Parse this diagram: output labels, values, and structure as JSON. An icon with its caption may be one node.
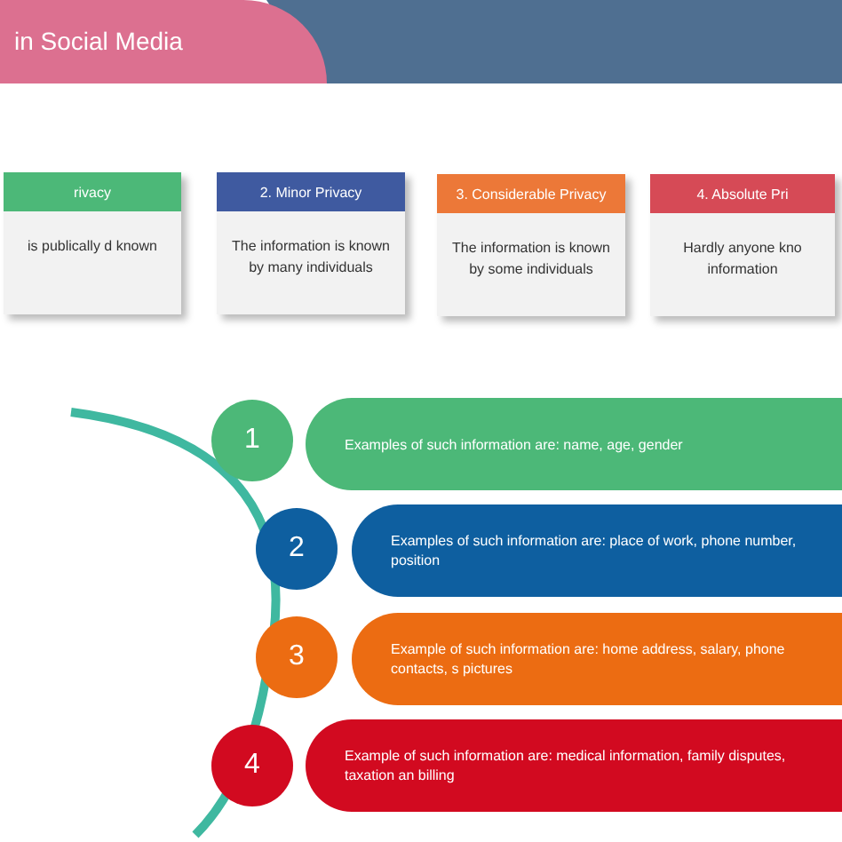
{
  "diagram": {
    "title": "in Social Media",
    "nodes": [
      {
        "text": [
          "rivacy",
          "is publically d known"
        ]
      },
      {
        "text": [
          "2. Minor Privacy",
          "The information is known by many individuals"
        ]
      },
      {
        "text": [
          "3. Considerable Privacy",
          "The information is known by some individuals"
        ]
      },
      {
        "text": [
          "4. Absolute Pri",
          "Hardly anyone kno information"
        ]
      },
      {
        "text": [
          "1"
        ]
      },
      {
        "text": [
          "Examples of such information are: name, age, gender"
        ]
      },
      {
        "text": [
          "2"
        ]
      },
      {
        "text": [
          "Examples of such information are: place of work, phone number, position"
        ]
      },
      {
        "text": [
          "3"
        ]
      },
      {
        "text": [
          "Example of such information are: home address, salary, phone contacts, s pictures"
        ]
      },
      {
        "text": [
          "4"
        ]
      },
      {
        "text": [
          "Example of such information are: medical information, family disputes, taxation an billing"
        ]
      }
    ],
    "edges": []
  }
}
